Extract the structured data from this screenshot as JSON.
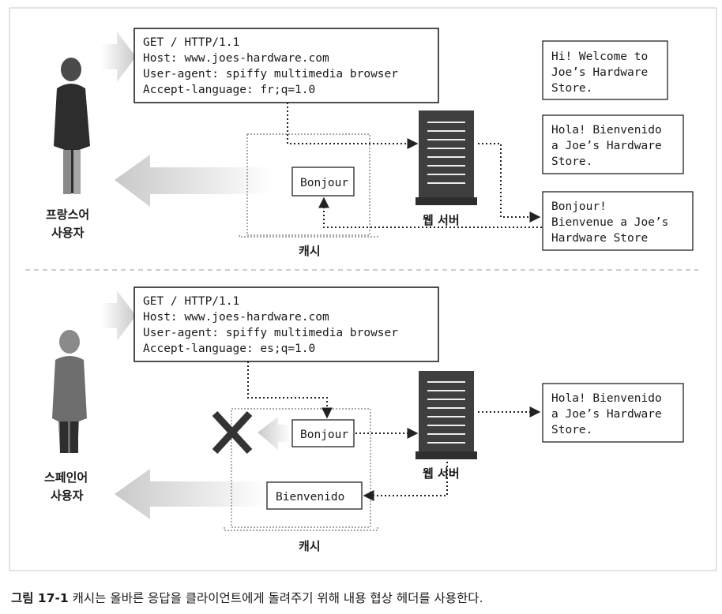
{
  "top": {
    "request_lines": [
      "GET / HTTP/1.1",
      "Host: www.joes-hardware.com",
      "User-agent: spiffy multimedia browser",
      "Accept-language: fr;q=1.0"
    ],
    "cache_entry": "Bonjour",
    "cache_label": "캐시",
    "server_label": "웹 서버",
    "user_label": [
      "프랑스어",
      "사용자"
    ],
    "docs": [
      [
        "Hi! Welcome to",
        "Joe’s Hardware",
        "Store."
      ],
      [
        "Hola! Bienvenido",
        "a Joe’s Hardware",
        "Store."
      ],
      [
        "Bonjour!",
        "Bienvenue a Joe’s",
        "Hardware Store"
      ]
    ]
  },
  "bottom": {
    "request_lines": [
      "GET / HTTP/1.1",
      "Host: www.joes-hardware.com",
      "User-agent: spiffy multimedia browser",
      "Accept-language: es;q=1.0"
    ],
    "cache_entries": [
      "Bonjour",
      "Bienvenido"
    ],
    "cache_label": "캐시",
    "server_label": "웹 서버",
    "user_label": [
      "스페인어",
      "사용자"
    ],
    "docs": [
      [
        "Hola! Bienvenido",
        "a Joe’s Hardware",
        "Store."
      ]
    ]
  },
  "caption": {
    "number": "그림 17-1",
    "text": " 캐시는 올바른 응답을 클라이언트에게 돌려주기 위해 내용 협상 헤더를 사용한다."
  },
  "colors": {
    "frame": "#c8c8c8",
    "server": "#3f3f3f",
    "arrow": "#cfcfcf",
    "x_mark": "#333333"
  }
}
